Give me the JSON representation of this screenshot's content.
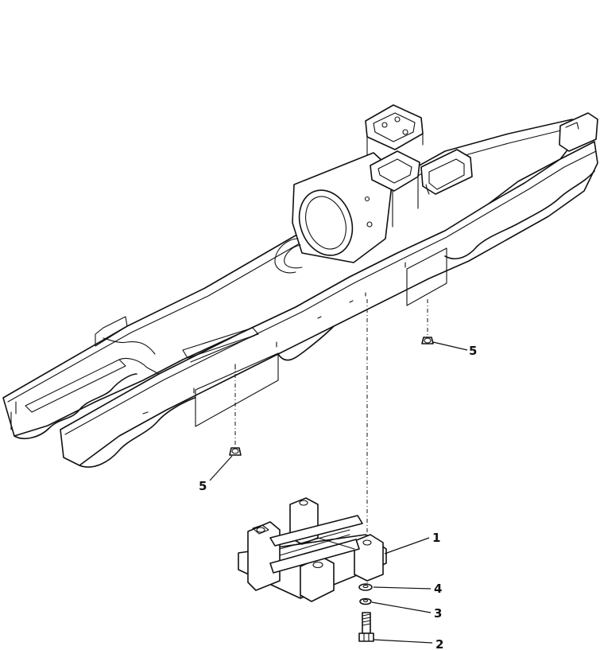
{
  "callouts": [
    {
      "id": "part-1",
      "label": "1"
    },
    {
      "id": "part-2",
      "label": "2"
    },
    {
      "id": "part-3",
      "label": "3"
    },
    {
      "id": "part-4",
      "label": "4"
    },
    {
      "id": "part-5-right",
      "label": "5"
    },
    {
      "id": "part-5-left",
      "label": "5"
    }
  ],
  "colors": {
    "line": "#111111",
    "background": "#ffffff"
  }
}
